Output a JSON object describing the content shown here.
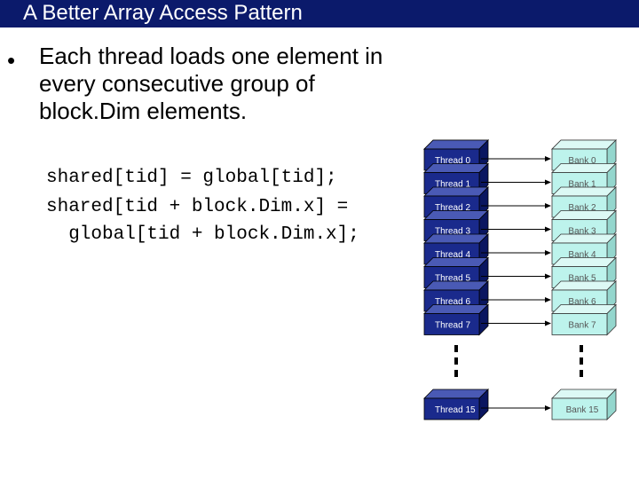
{
  "title": "A Better Array Access Pattern",
  "bullet": "Each thread loads one element in every consecutive group of block.Dim elements.",
  "code": {
    "line1": "shared[tid] = global[tid];",
    "line2": "shared[tid + block.Dim.x] =",
    "line3": "  global[tid + block.Dim.x];"
  },
  "threads": [
    "Thread 0",
    "Thread 1",
    "Thread 2",
    "Thread 3",
    "Thread 4",
    "Thread 5",
    "Thread 6",
    "Thread 7"
  ],
  "banks": [
    "Bank 0",
    "Bank 1",
    "Bank 2",
    "Bank 3",
    "Bank 4",
    "Bank 5",
    "Bank 6",
    "Bank 7"
  ],
  "last_thread": "Thread 15",
  "last_bank": "Bank 15",
  "colors": {
    "title_bar": "#0b1a6b",
    "thread_box": "#1a2a8c",
    "bank_box": "#bdf3ec"
  }
}
